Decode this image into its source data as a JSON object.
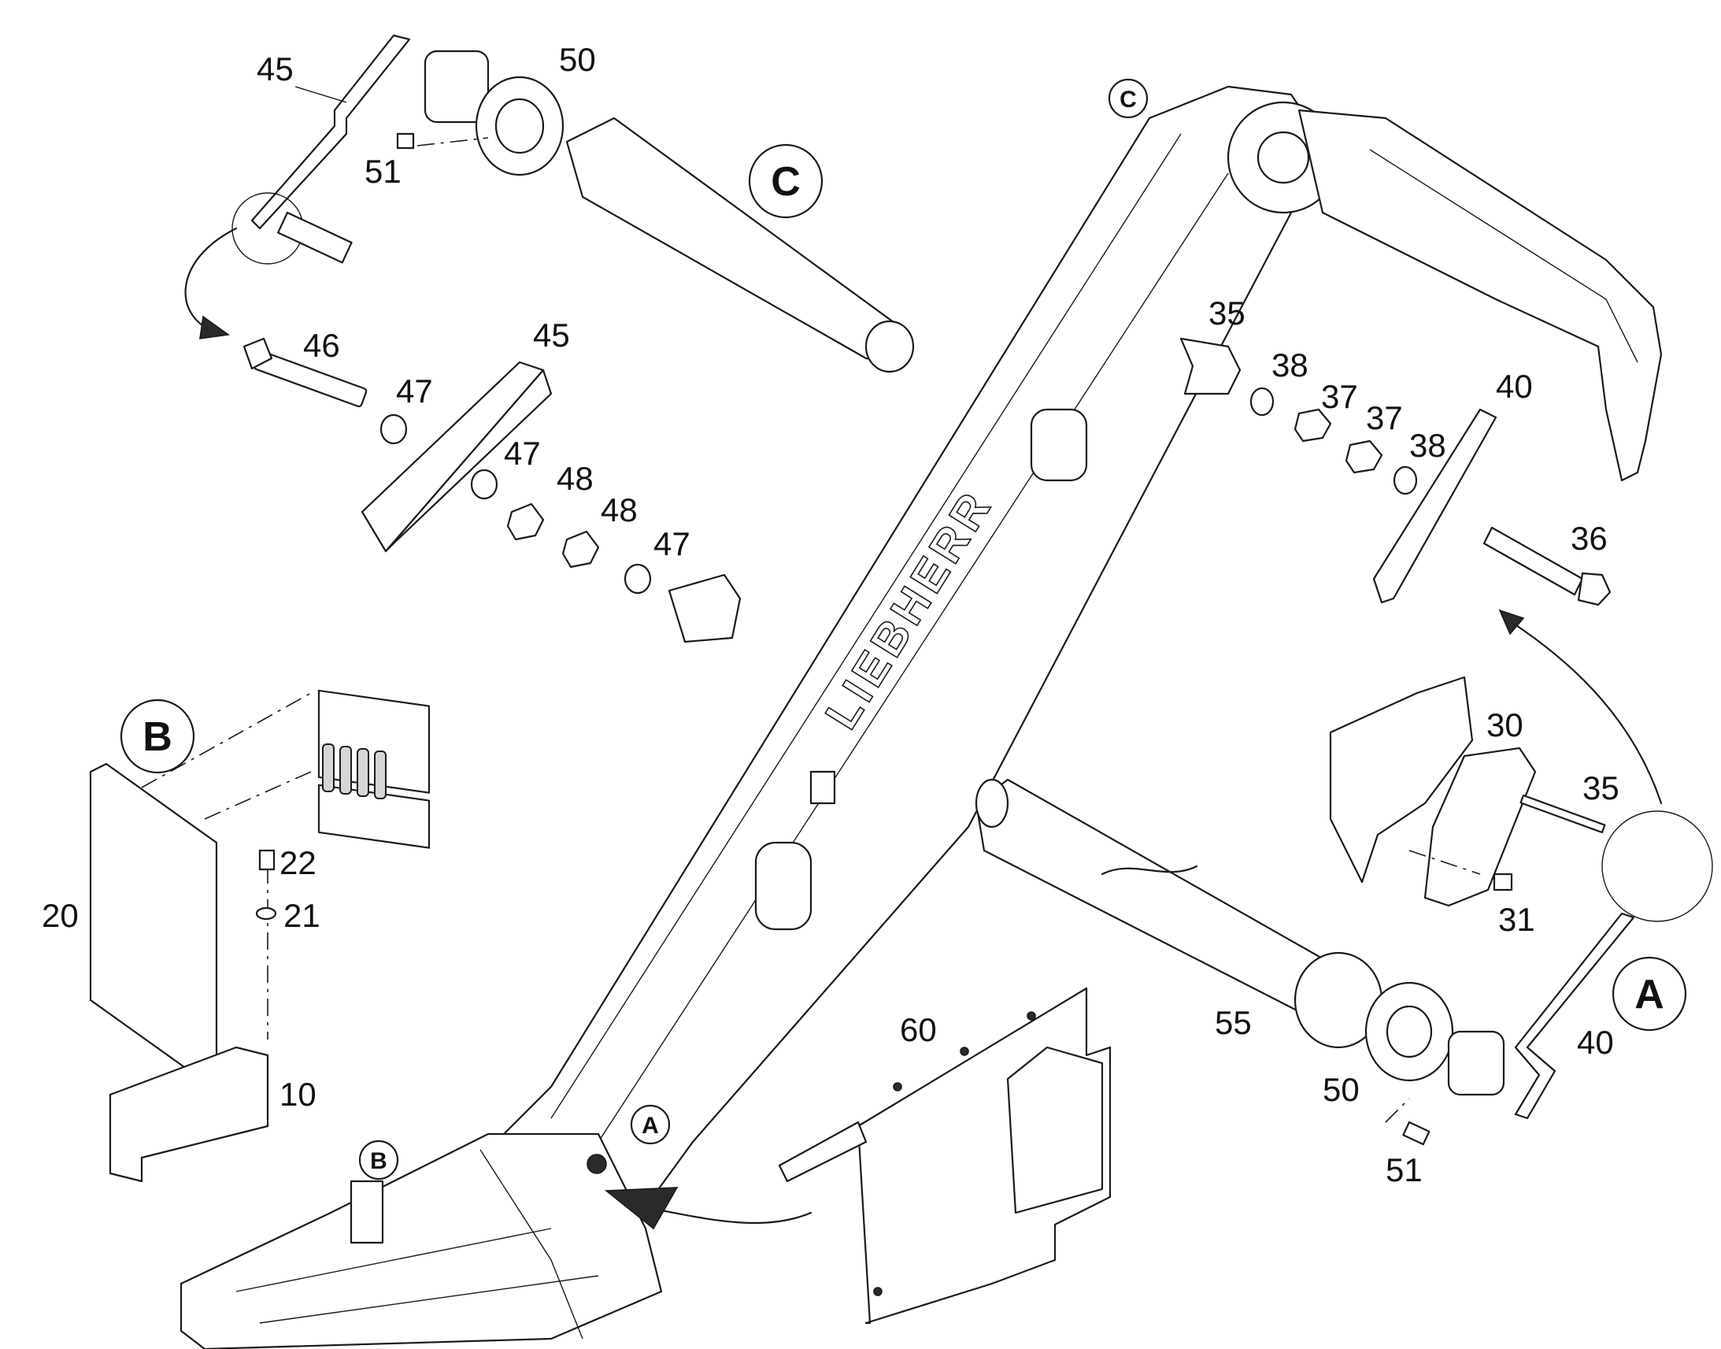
{
  "diagram": {
    "brand_text": "LIEBHERR",
    "callouts": {
      "A": "A",
      "B": "B",
      "C": "C"
    },
    "part_numbers": {
      "p10": "10",
      "p20": "20",
      "p21": "21",
      "p22": "22",
      "p30": "30",
      "p31": "31",
      "p35": "35",
      "p36": "36",
      "p37": "37",
      "p38": "38",
      "p40": "40",
      "p45": "45",
      "p46": "46",
      "p47": "47",
      "p48": "48",
      "p50": "50",
      "p51": "51",
      "p55": "55",
      "p60": "60"
    }
  }
}
